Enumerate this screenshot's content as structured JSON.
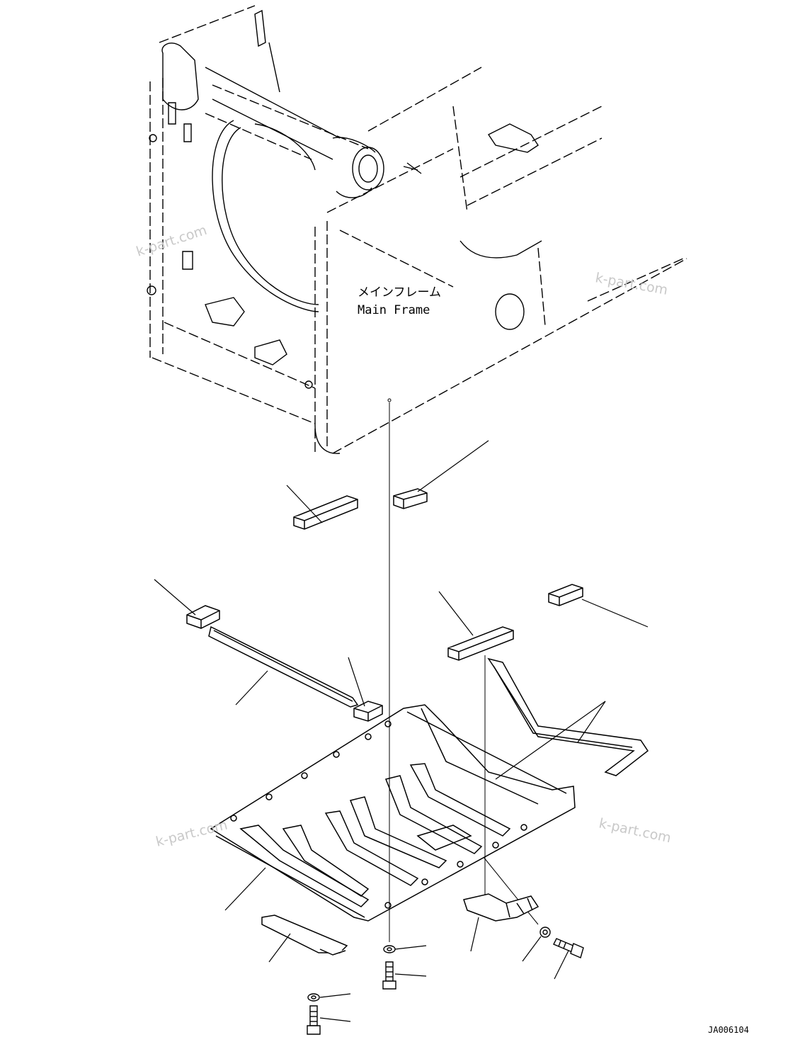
{
  "frame_label": {
    "japanese": "メインフレーム",
    "english": "Main Frame"
  },
  "watermarks": [
    "k-part.com",
    "k-part.com",
    "k-part.com",
    "k-part.com"
  ],
  "drawing_code": "JA006104"
}
